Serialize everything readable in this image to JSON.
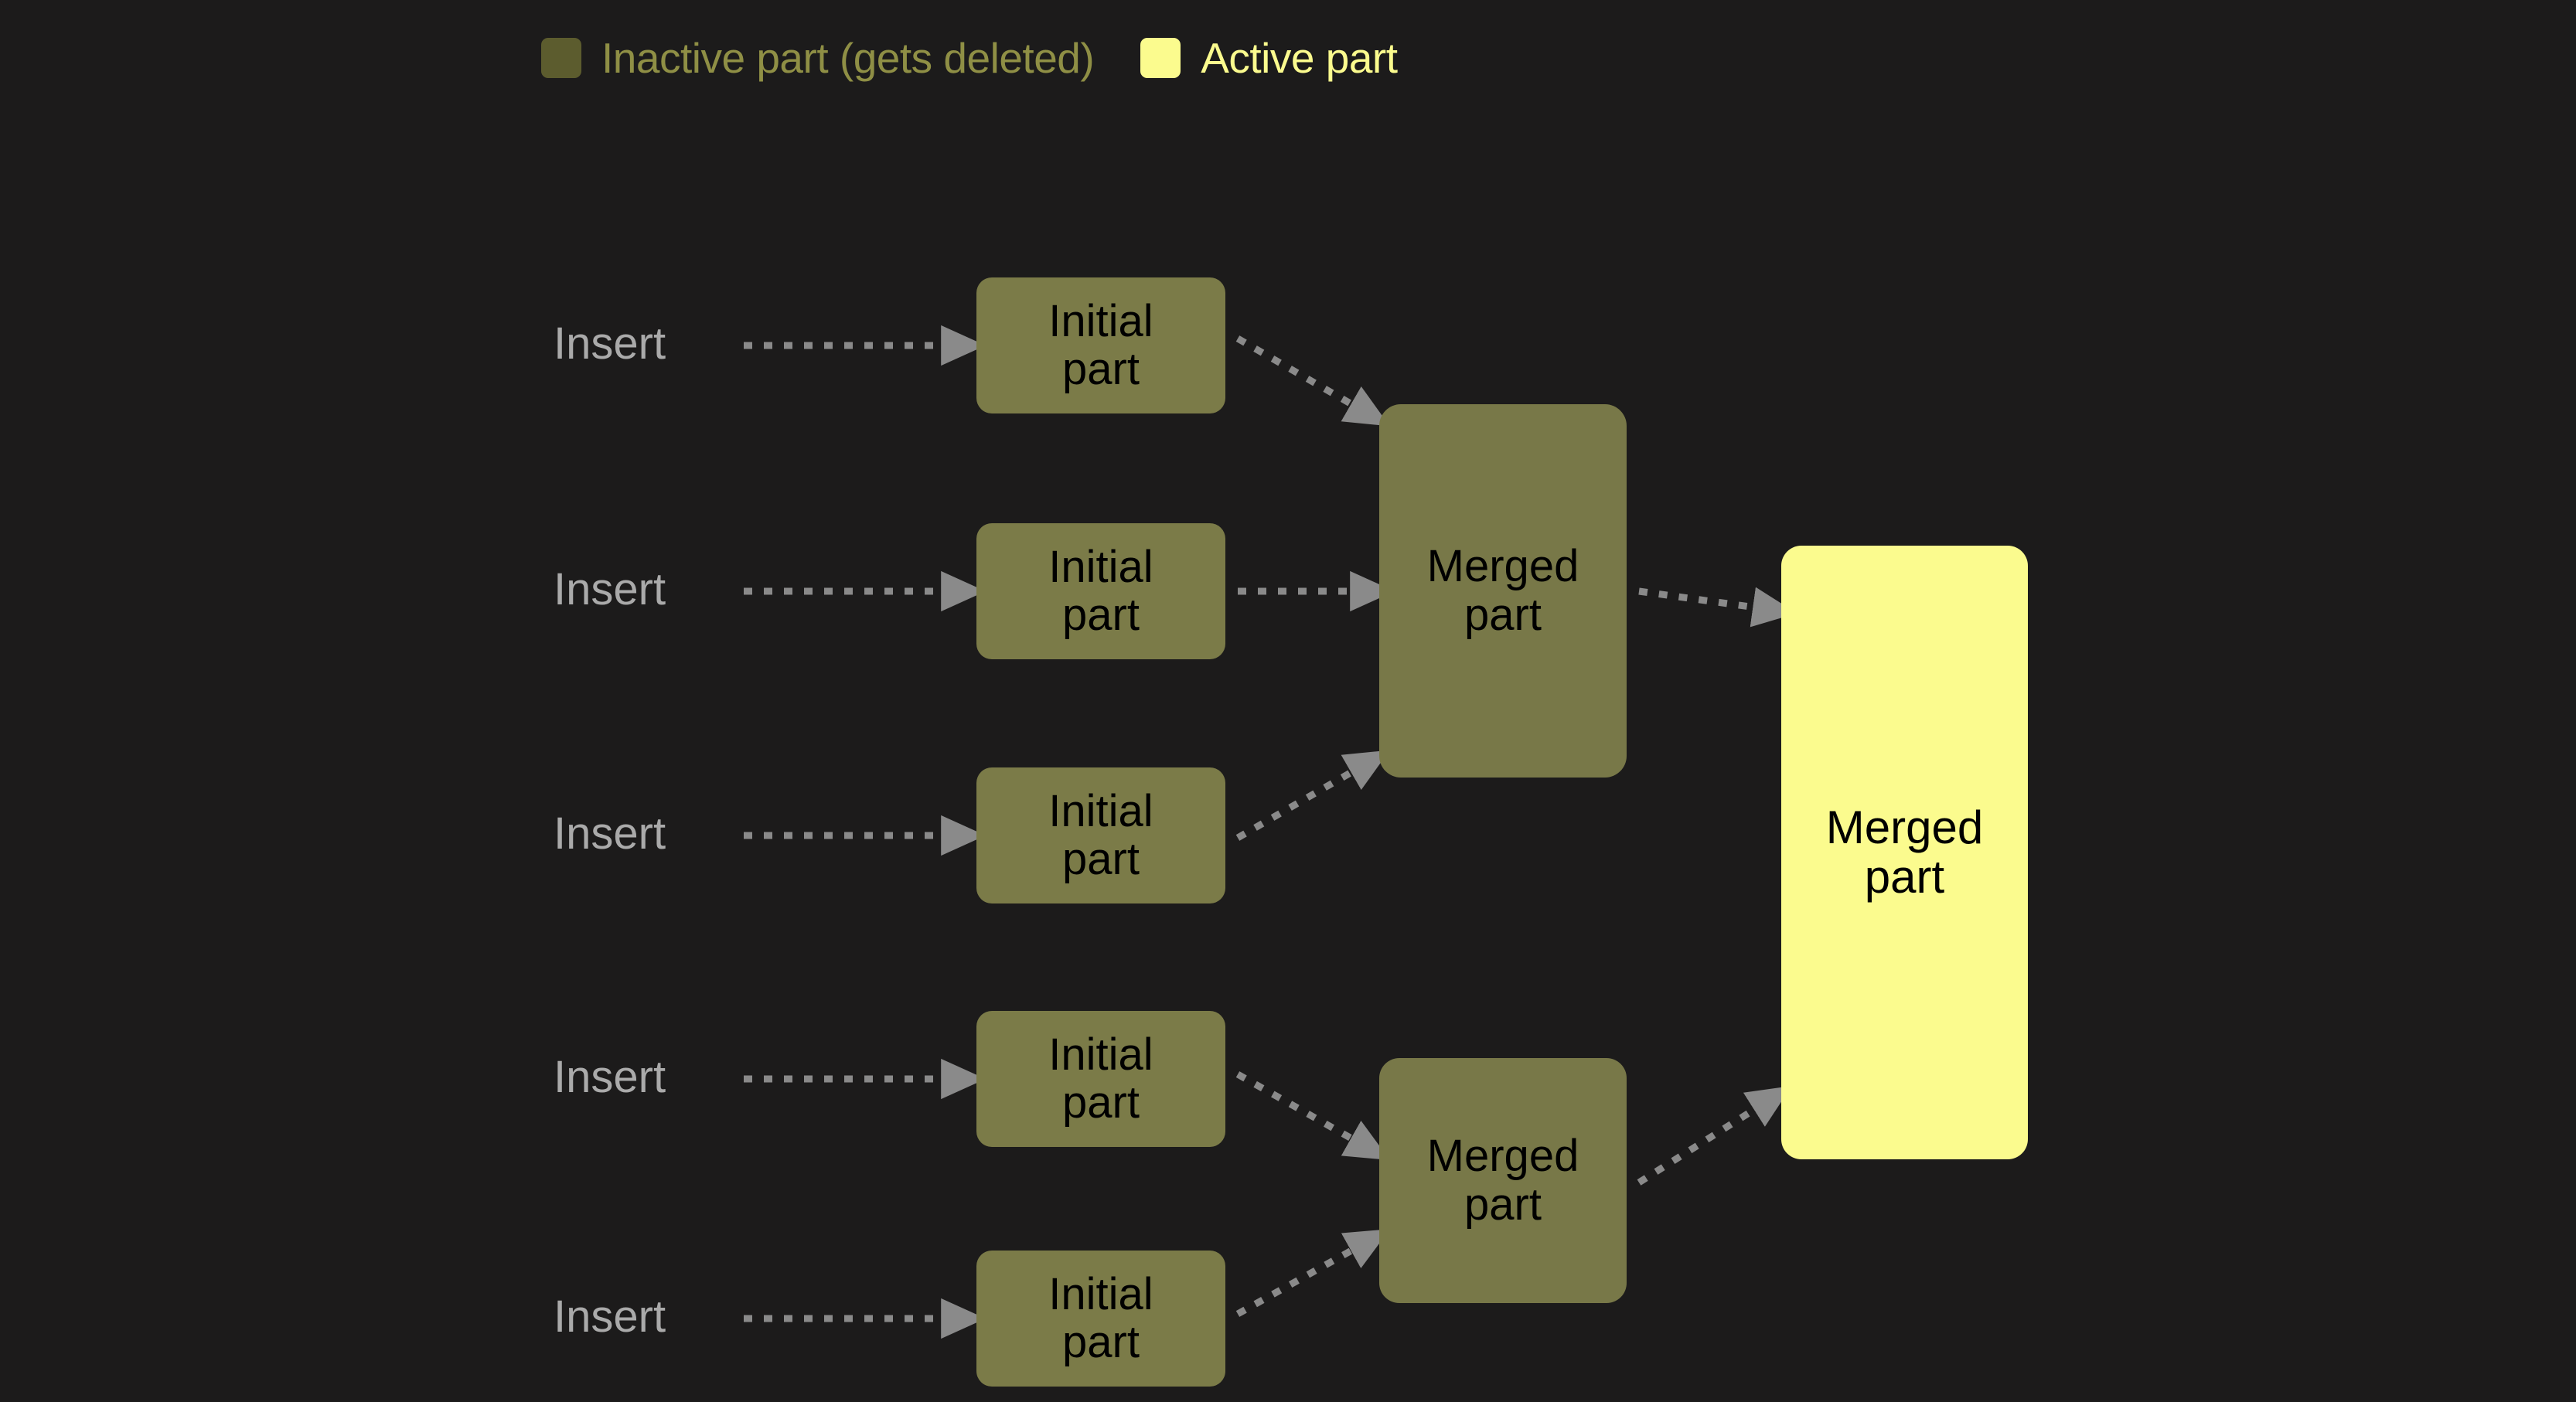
{
  "colors": {
    "background": "#1c1b1b",
    "inactive_swatch": "#5c5c2e",
    "inactive_node": "#7b7b48",
    "active": "#fbfb8e",
    "insert_text": "#aaaaaa",
    "arrow": "#8a8a8a",
    "node_text": "#000000",
    "legend_inactive_text": "#8f8f45"
  },
  "legend": {
    "items": [
      {
        "swatch_name": "inactive-part-swatch",
        "label": "Inactive part (gets deleted)"
      },
      {
        "swatch_name": "active-part-swatch",
        "label": "Active part"
      }
    ]
  },
  "diagram": {
    "insert_labels": [
      "Insert",
      "Insert",
      "Insert",
      "Insert",
      "Insert"
    ],
    "initial_parts": [
      {
        "line1": "Initial",
        "line2": "part"
      },
      {
        "line1": "Initial",
        "line2": "part"
      },
      {
        "line1": "Initial",
        "line2": "part"
      },
      {
        "line1": "Initial",
        "line2": "part"
      },
      {
        "line1": "Initial",
        "line2": "part"
      }
    ],
    "merged_top": {
      "line1": "Merged",
      "line2": "part"
    },
    "merged_bottom": {
      "line1": "Merged",
      "line2": "part"
    },
    "merged_final": {
      "line1": "Merged",
      "line2": "part"
    }
  }
}
